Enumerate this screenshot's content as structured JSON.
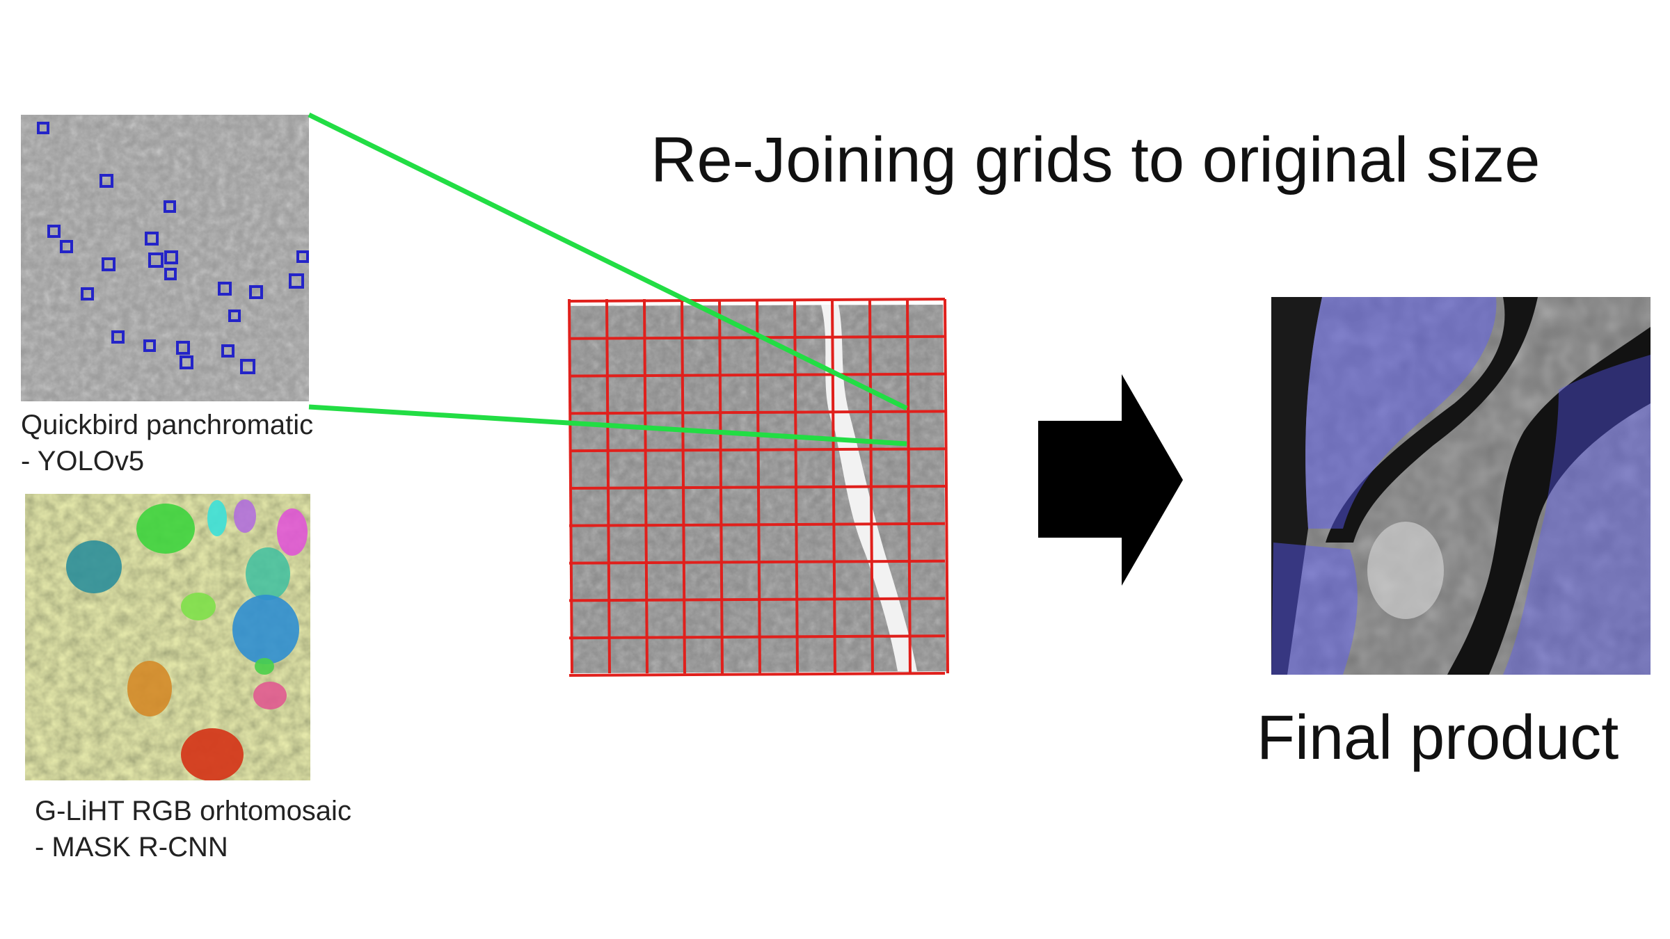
{
  "title": "Re-Joining grids to original size",
  "final_product_label": "Final product",
  "panels": [
    {
      "name": "quickbird-panchromatic",
      "caption_line1": "Quickbird panchromatic",
      "caption_line2": "- YOLOv5",
      "detection_box_color": "#2424c8"
    },
    {
      "name": "gliht-rgb",
      "caption_line1": "G-LiHT RGB orhtomosaic",
      "caption_line2": "- MASK R-CNN"
    }
  ],
  "grid": {
    "rows": 10,
    "cols": 10,
    "line_color": "#e0201c"
  },
  "connector_color": "#22dd44",
  "arrow_color": "#000000",
  "overlay_color": "#5a5aff"
}
